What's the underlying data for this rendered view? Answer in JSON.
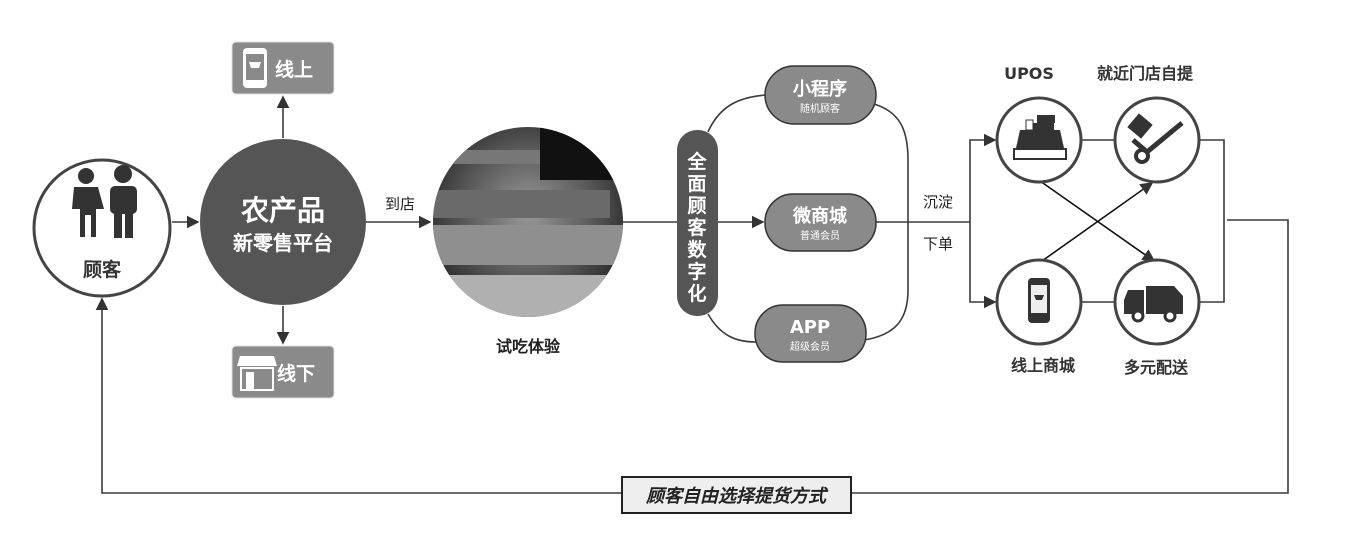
{
  "customer": {
    "label": "顾客"
  },
  "platform": {
    "title": "农产品",
    "subtitle": "新零售平台"
  },
  "online_box": {
    "label": "线上"
  },
  "offline_box": {
    "label": "线下"
  },
  "to_store_label": "到店",
  "tasting": {
    "label": "试吃体验"
  },
  "digitization": {
    "chars": [
      "全",
      "面",
      "顾",
      "客",
      "数",
      "字",
      "化"
    ]
  },
  "channels": [
    {
      "title": "小程序",
      "subtitle": "随机顾客"
    },
    {
      "title": "微商城",
      "subtitle": "普通会员"
    },
    {
      "title": "APP",
      "subtitle": "超级会员"
    }
  ],
  "flow_labels": {
    "top": "沉淀",
    "bottom": "下单"
  },
  "endpoints": {
    "upos": "UPOS",
    "pickup": "就近门店自提",
    "online_mall": "线上商城",
    "delivery": "多元配送"
  },
  "loop_label": "顾客自由选择提货方式",
  "colors": {
    "dark": "#555555",
    "mid": "#8a8a8a",
    "line": "#3a3a3a"
  }
}
